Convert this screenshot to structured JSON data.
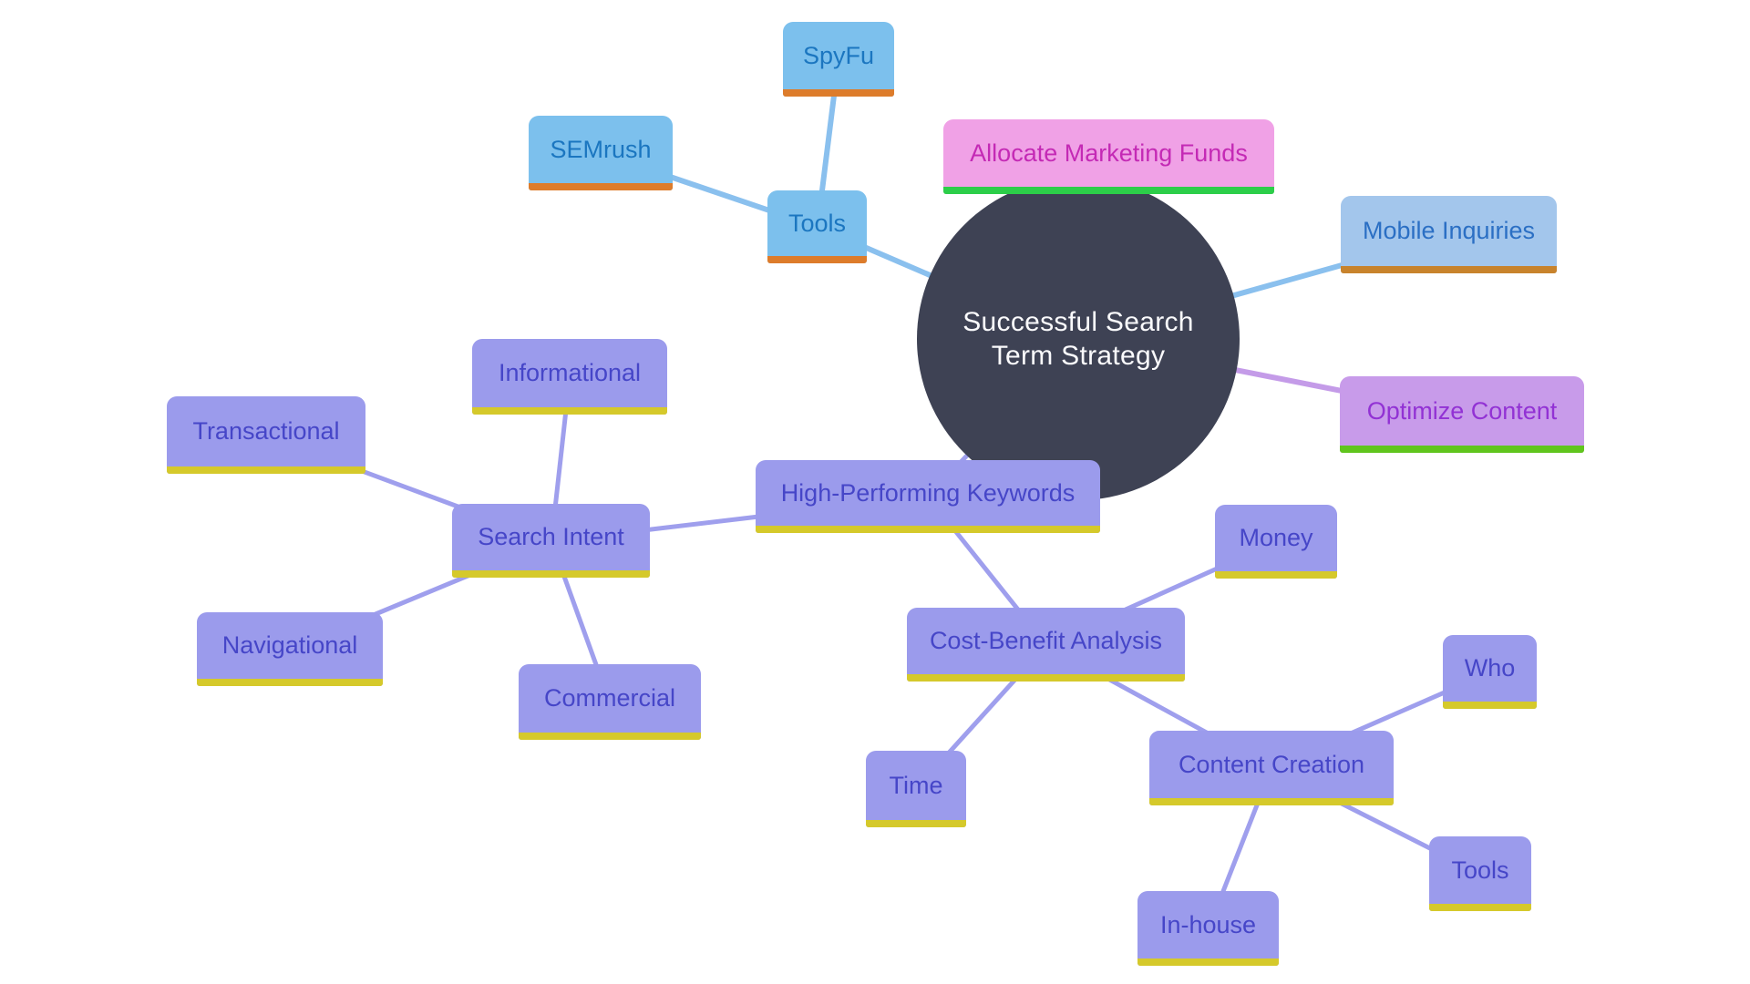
{
  "diagram": {
    "background_color": "#ffffff",
    "center": {
      "label": "Successful Search Term Strategy",
      "fill": "#3E4254",
      "text_color": "#FAFAFC"
    },
    "palettes": {
      "blue": {
        "fill": "#7CC0ED",
        "text": "#1B76C0",
        "underline": "#DD7C2B"
      },
      "blue_muted": {
        "fill": "#A3C6EC",
        "text": "#2B6FC4",
        "underline": "#C8832C"
      },
      "pink": {
        "fill": "#F0A1E6",
        "text": "#C42AB5",
        "underline": "#2CCE49"
      },
      "violet": {
        "fill": "#C89BEA",
        "text": "#9232D4",
        "underline": "#60C51D"
      },
      "periwinkle": {
        "fill": "#9B9BEC",
        "text": "#4646C8",
        "underline": "#D5C92B"
      }
    },
    "edge_colors": {
      "blue": "#8AC0EE",
      "violet": "#C49BE8",
      "periwinkle": "#9F9FED"
    },
    "nodes": [
      {
        "id": "spyfu",
        "label": "SpyFu",
        "branch": "blue"
      },
      {
        "id": "semrush",
        "label": "SEMrush",
        "branch": "blue"
      },
      {
        "id": "tools-top",
        "label": "Tools",
        "branch": "blue"
      },
      {
        "id": "allocate",
        "label": "Allocate Marketing Funds",
        "branch": "pink"
      },
      {
        "id": "mobile",
        "label": "Mobile Inquiries",
        "branch": "blue_muted"
      },
      {
        "id": "optimize",
        "label": "Optimize Content",
        "branch": "violet"
      },
      {
        "id": "informational",
        "label": "Informational",
        "branch": "periwinkle"
      },
      {
        "id": "transactional",
        "label": "Transactional",
        "branch": "periwinkle"
      },
      {
        "id": "search-intent",
        "label": "Search Intent",
        "branch": "periwinkle"
      },
      {
        "id": "navigational",
        "label": "Navigational",
        "branch": "periwinkle"
      },
      {
        "id": "commercial",
        "label": "Commercial",
        "branch": "periwinkle"
      },
      {
        "id": "high-performing-keywords",
        "label": "High-Performing Keywords",
        "branch": "periwinkle"
      },
      {
        "id": "money",
        "label": "Money",
        "branch": "periwinkle"
      },
      {
        "id": "cost-benefit-analysis",
        "label": "Cost-Benefit Analysis",
        "branch": "periwinkle"
      },
      {
        "id": "time",
        "label": "Time",
        "branch": "periwinkle"
      },
      {
        "id": "content-creation",
        "label": "Content Creation",
        "branch": "periwinkle"
      },
      {
        "id": "who",
        "label": "Who",
        "branch": "periwinkle"
      },
      {
        "id": "tools-bottom",
        "label": "Tools",
        "branch": "periwinkle"
      },
      {
        "id": "in-house",
        "label": "In-house",
        "branch": "periwinkle"
      }
    ],
    "edges": [
      {
        "from": "spyfu",
        "to": "tools-top",
        "color": "blue"
      },
      {
        "from": "semrush",
        "to": "tools-top",
        "color": "blue"
      },
      {
        "from": "tools-top",
        "to": "center",
        "color": "blue"
      },
      {
        "from": "center",
        "to": "mobile",
        "color": "blue"
      },
      {
        "from": "center",
        "to": "optimize",
        "color": "violet"
      },
      {
        "from": "center",
        "to": "high-performing-keywords",
        "color": "periwinkle"
      },
      {
        "from": "search-intent",
        "to": "informational",
        "color": "periwinkle"
      },
      {
        "from": "search-intent",
        "to": "transactional",
        "color": "periwinkle"
      },
      {
        "from": "search-intent",
        "to": "navigational",
        "color": "periwinkle"
      },
      {
        "from": "search-intent",
        "to": "commercial",
        "color": "periwinkle"
      },
      {
        "from": "search-intent",
        "to": "high-performing-keywords",
        "color": "periwinkle"
      },
      {
        "from": "high-performing-keywords",
        "to": "cost-benefit-analysis",
        "color": "periwinkle"
      },
      {
        "from": "cost-benefit-analysis",
        "to": "money",
        "color": "periwinkle"
      },
      {
        "from": "cost-benefit-analysis",
        "to": "time",
        "color": "periwinkle"
      },
      {
        "from": "cost-benefit-analysis",
        "to": "content-creation",
        "color": "periwinkle"
      },
      {
        "from": "content-creation",
        "to": "who",
        "color": "periwinkle"
      },
      {
        "from": "content-creation",
        "to": "tools-bottom",
        "color": "periwinkle"
      },
      {
        "from": "content-creation",
        "to": "in-house",
        "color": "periwinkle"
      }
    ]
  }
}
